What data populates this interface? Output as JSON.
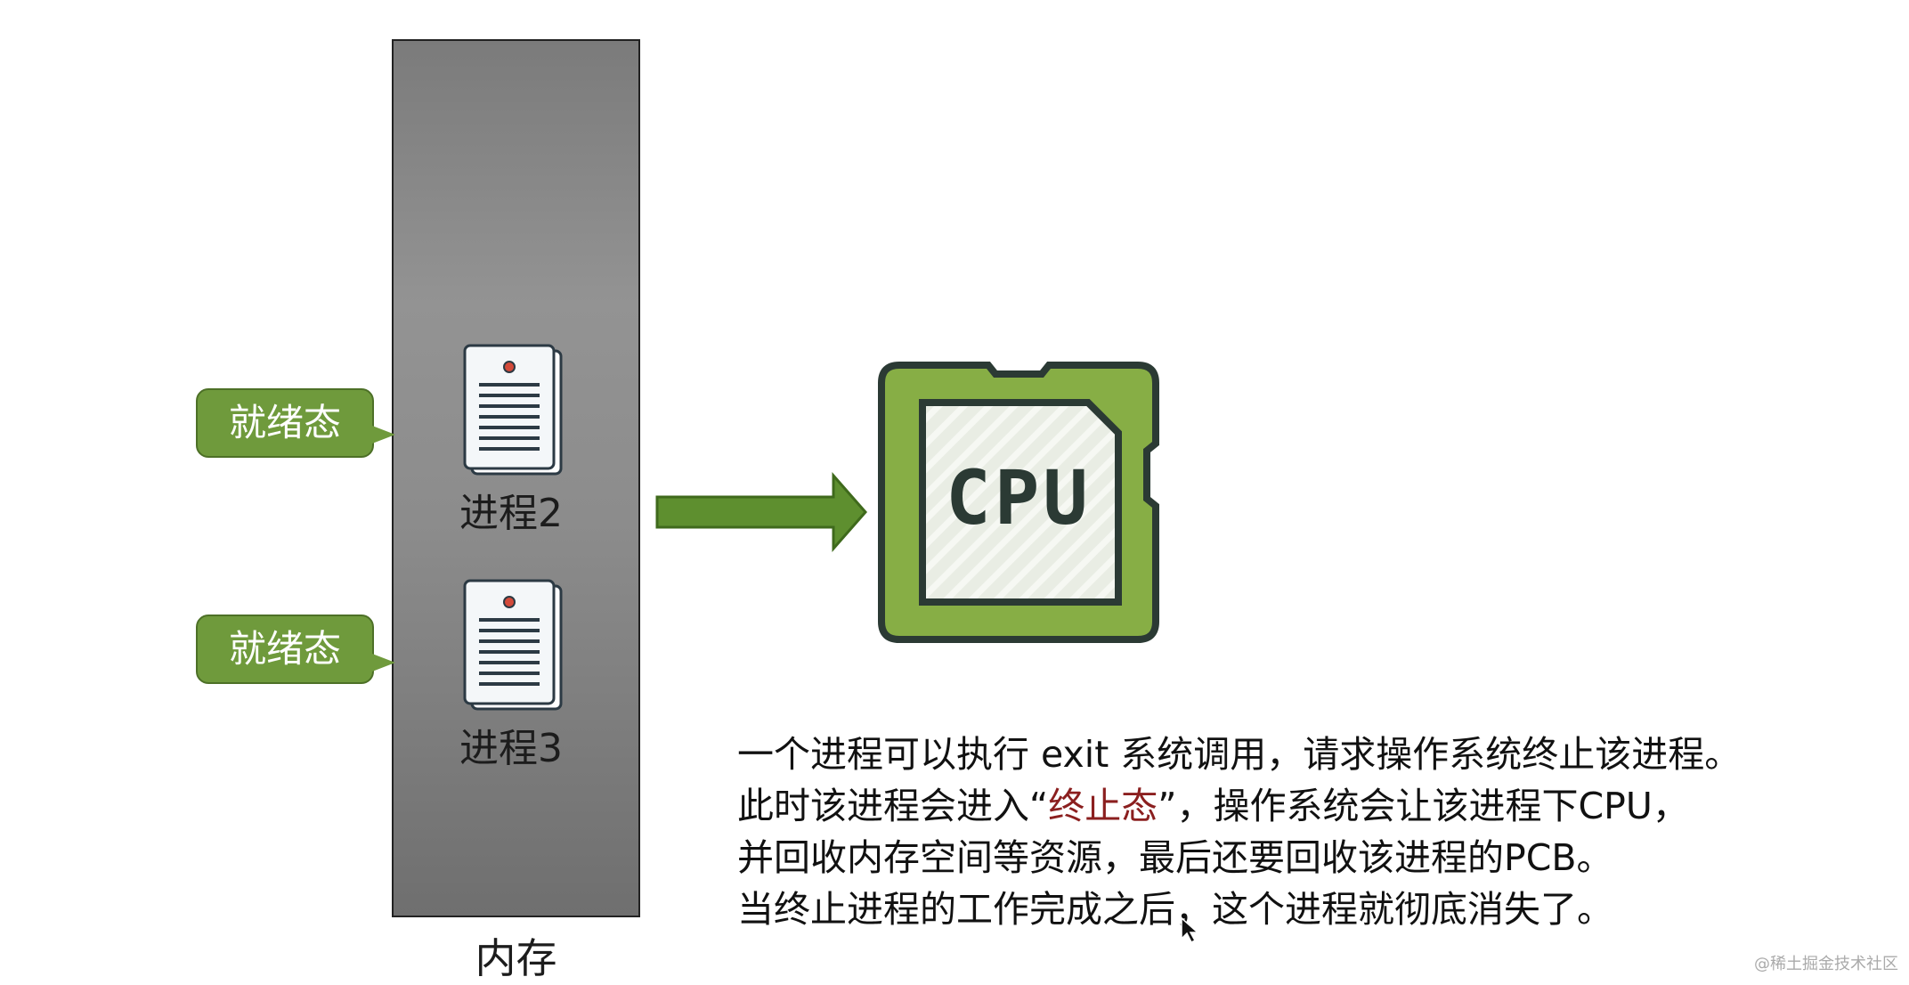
{
  "memory": {
    "label": "内存"
  },
  "processes": [
    {
      "label": "进程2",
      "state": "就绪态"
    },
    {
      "label": "进程3",
      "state": "就绪态"
    }
  ],
  "cpu": {
    "label": "CPU"
  },
  "description": {
    "line1": "一个进程可以执行 exit 系统调用，请求操作系统终止该进程。",
    "line2_before": "此时该进程会进入“",
    "line2_highlight": "终止态",
    "line2_after": "”，操作系统会让该进程下CPU，",
    "line3": "并回收内存空间等资源，最后还要回收该进程的PCB。",
    "line4": "当终止进程的工作完成之后，这个进程就彻底消失了。"
  },
  "watermark": "@稀土掘金技术社区",
  "colors": {
    "state_green": "#6f9a3c",
    "arrow_green": "#5e8f2f",
    "cpu_green": "#87ae45",
    "highlight_red": "#8b1f1f"
  }
}
